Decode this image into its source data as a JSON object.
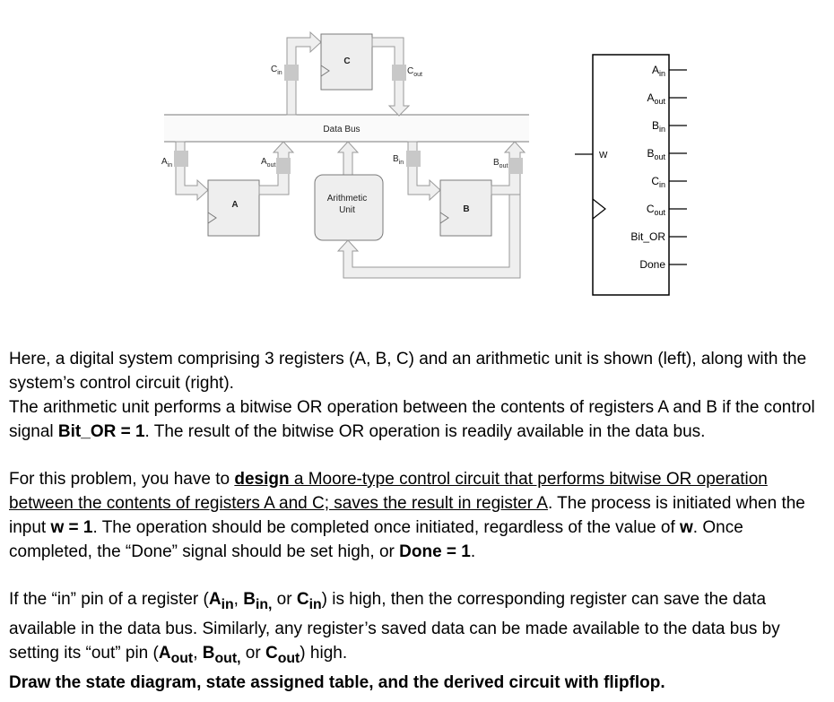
{
  "diagram": {
    "register_c": "C",
    "register_a": "A",
    "register_b": "B",
    "data_bus": "Data Bus",
    "arith_line1": "Arithmetic",
    "arith_line2": "Unit",
    "pin_labels": {
      "c_in": {
        "base": "C",
        "sub": "in"
      },
      "c_out": {
        "base": "C",
        "sub": "out"
      },
      "a_in": {
        "base": "A",
        "sub": "in"
      },
      "a_out": {
        "base": "A",
        "sub": "out"
      },
      "b_in": {
        "base": "B",
        "sub": "in"
      },
      "b_out": {
        "base": "B",
        "sub": "out"
      }
    }
  },
  "control": {
    "input_w": "W",
    "outputs": [
      {
        "base": "A",
        "sub": "in"
      },
      {
        "base": "A",
        "sub": "out"
      },
      {
        "base": "B",
        "sub": "in"
      },
      {
        "base": "B",
        "sub": "out"
      },
      {
        "base": "C",
        "sub": "in"
      },
      {
        "base": "C",
        "sub": "out"
      },
      {
        "base": "Bit_OR",
        "sub": ""
      },
      {
        "base": "Done",
        "sub": ""
      }
    ]
  },
  "text": {
    "p1a": "Here, a digital system comprising 3 registers (A, B, C) and an arithmetic unit is shown (left), along with the system’s control circuit (right).",
    "p1b_1": "The arithmetic unit performs a bitwise OR operation between the contents of registers A and B if the control signal ",
    "p1b_bold": "Bit_OR = 1",
    "p1b_2": ". The result of the bitwise OR operation is readily available in the data bus.",
    "p2_1": "For this problem, you have to ",
    "p2_design": "design",
    "p2_ul": " a Moore-type control circuit that performs bitwise OR operation between the contents of registers A and C; saves the result in register A",
    "p2_2": ". The process is initiated when the input ",
    "p2_w1": "w = 1",
    "p2_3": ". The operation should be completed once initiated, regardless of the value of ",
    "p2_w2": "w",
    "p2_4": ". Once completed, the “Done” signal should be set high, or ",
    "p2_done": "Done = 1",
    "p2_5": ".",
    "p3_1": "If the “in” pin of a register (",
    "p3_A": "A",
    "p3_Asub": "in",
    "p3_s1": ", ",
    "p3_B": "B",
    "p3_Bsub": "in,",
    "p3_or1": " or ",
    "p3_C": "C",
    "p3_Csub": "in",
    "p3_2": ") is high, then the corresponding register can save the data available in the data bus. Similarly, any register’s saved data can be made available to the data bus by setting its “out” pin (",
    "p3_Ao": "A",
    "p3_Aosub": "out",
    "p3_s2": ", ",
    "p3_Bo": "B",
    "p3_Bosub": "out,",
    "p3_or2": " or ",
    "p3_Co": "C",
    "p3_Cosub": "out",
    "p3_3": ") high.",
    "p4": "Draw the state diagram, state assigned table, and the derived circuit with flipflop."
  }
}
